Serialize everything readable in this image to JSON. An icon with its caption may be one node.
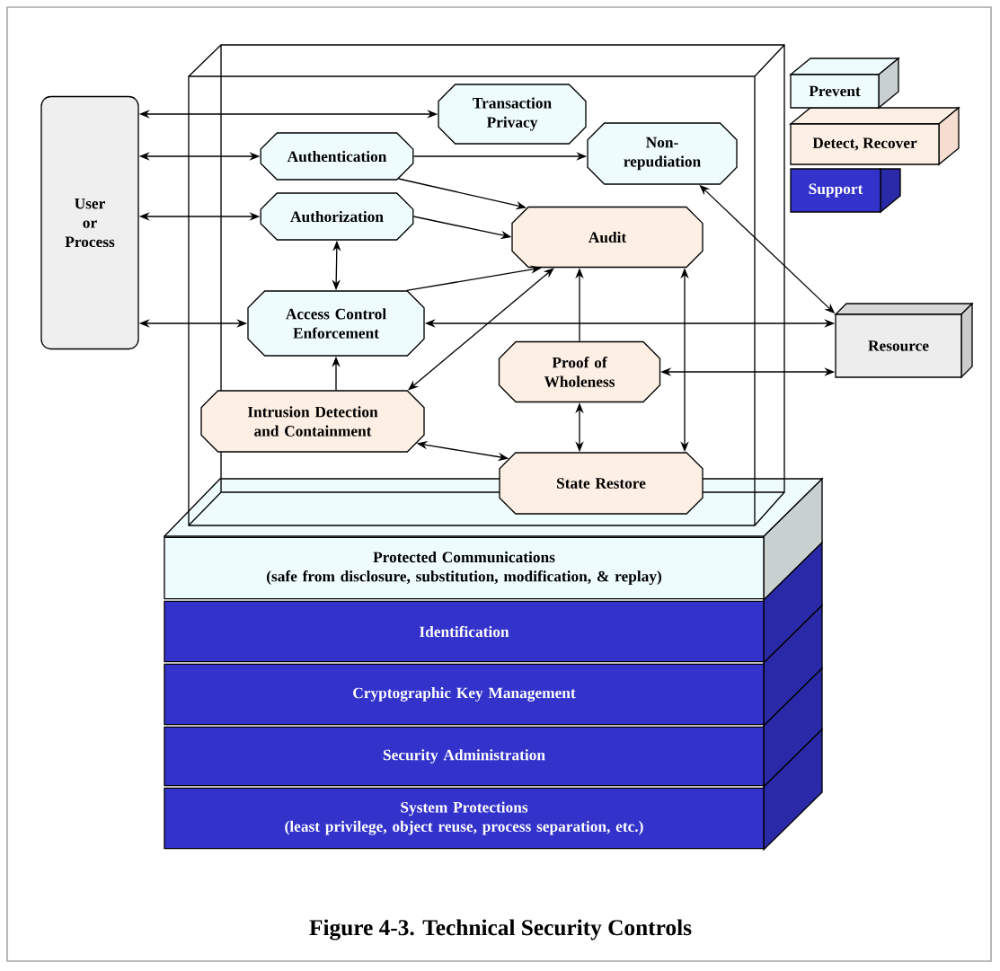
{
  "diagram": {
    "caption": "Figure 4-3.  Technical Security Controls",
    "nodes": [
      {
        "text": [
          "User or Process"
        ]
      },
      {
        "text": [
          "Transaction Privacy"
        ]
      },
      {
        "text": [
          "Authentication"
        ]
      },
      {
        "text": [
          "Non-repudiation"
        ]
      },
      {
        "text": [
          "Authorization"
        ]
      },
      {
        "text": [
          "Audit"
        ]
      },
      {
        "text": [
          "Access Control Enforcement"
        ]
      },
      {
        "text": [
          "Proof of Wholeness"
        ]
      },
      {
        "text": [
          "Intrusion Detection and Containment"
        ]
      },
      {
        "text": [
          "State Restore"
        ]
      },
      {
        "text": [
          "Resource"
        ]
      },
      {
        "text": [
          "Protected Communications",
          "(safe from disclosure, substitution, modification, & replay)"
        ]
      },
      {
        "text": [
          "Identification"
        ]
      },
      {
        "text": [
          "Cryptographic Key Management"
        ]
      },
      {
        "text": [
          "Security Administration"
        ]
      },
      {
        "text": [
          "System Protections",
          "(least privilege, object reuse, process separation, etc.)"
        ]
      }
    ],
    "edges": [
      {
        "from": 0,
        "to": 1,
        "arrow": "both"
      },
      {
        "from": 0,
        "to": 2,
        "arrow": "both"
      },
      {
        "from": 0,
        "to": 4,
        "arrow": "both"
      },
      {
        "from": 0,
        "to": 6,
        "arrow": "both"
      },
      {
        "from": 2,
        "to": 3,
        "arrow": "to"
      },
      {
        "from": 2,
        "to": 5,
        "arrow": "to"
      },
      {
        "from": 4,
        "to": 5,
        "arrow": "to"
      },
      {
        "from": 4,
        "to": 6,
        "arrow": "both"
      },
      {
        "from": 6,
        "to": 5,
        "arrow": "to"
      },
      {
        "from": 8,
        "to": 5,
        "arrow": "both"
      },
      {
        "from": 7,
        "to": 5,
        "arrow": "to"
      },
      {
        "from": 9,
        "to": 5,
        "arrow": "both"
      },
      {
        "from": 3,
        "to": 10,
        "arrow": "both"
      },
      {
        "from": 6,
        "to": 10,
        "arrow": "both"
      },
      {
        "from": 7,
        "to": 10,
        "arrow": "both"
      },
      {
        "from": 8,
        "to": 6,
        "arrow": "to"
      },
      {
        "from": 7,
        "to": 9,
        "arrow": "both"
      },
      {
        "from": 8,
        "to": 9,
        "arrow": "both"
      }
    ],
    "legend": [
      {
        "text": "Prevent",
        "color": "#effcfd"
      },
      {
        "text": "Detect, Recover",
        "color": "#fdefe3"
      },
      {
        "text": "Support",
        "color": "#3333cc"
      }
    ]
  }
}
